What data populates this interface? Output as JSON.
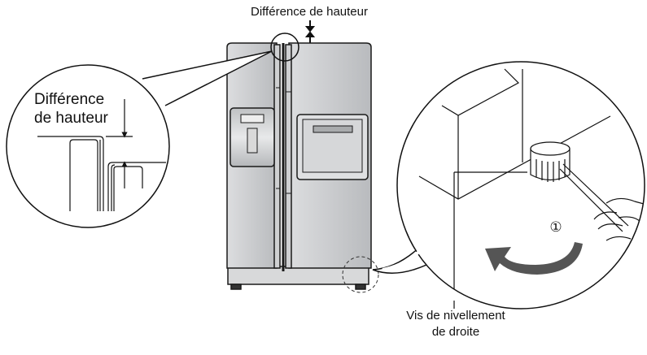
{
  "labels": {
    "top": "Différence de hauteur",
    "detail_line1": "Différence",
    "detail_line2": "de hauteur",
    "step_number": "①",
    "screw_line1": "Vis de nivellement",
    "screw_line2": "de droite"
  },
  "colors": {
    "fridge_body": "#c9cbcd",
    "fridge_base": "#d8d9da",
    "arrow": "#555555",
    "line": "#1a1a1a"
  },
  "icons": {
    "rotation_arrow": "counterclockwise-arrow-icon",
    "height_arrows": "vertical-dimension-arrows-icon"
  }
}
